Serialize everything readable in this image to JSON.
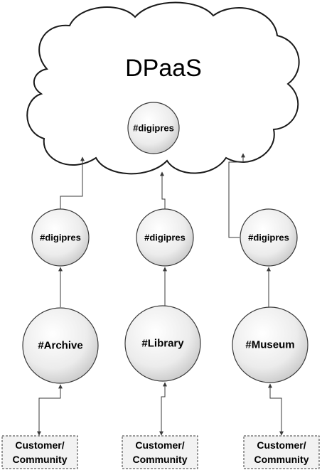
{
  "cloud": {
    "title": "DPaaS",
    "inner_node": "#digipres"
  },
  "columns": [
    {
      "hub": "#digipres",
      "institution": "#Archive",
      "group_line1": "Customer/",
      "group_line2": "Community"
    },
    {
      "hub": "#digipres",
      "institution": "#Library",
      "group_line1": "Customer/",
      "group_line2": "Community"
    },
    {
      "hub": "#digipres",
      "institution": "#Museum",
      "group_line1": "Customer/",
      "group_line2": "Community"
    }
  ],
  "colors": {
    "node_fill_light": "#ffffff",
    "node_fill_dark": "#cfcfcf",
    "stroke": "#3a3a3a",
    "connector": "#3a3a3a",
    "box_fill": "#f2f2f2"
  }
}
